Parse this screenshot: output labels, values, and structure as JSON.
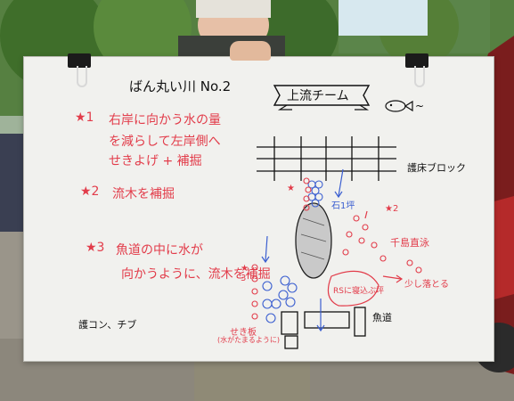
{
  "board": {
    "title": "ばん丸い川 No.2",
    "banner": "上流チーム",
    "fish_suffix": "~",
    "notes": [
      {
        "star": "★1",
        "line1": "右岸に向かう水の量",
        "line2": "を減らして左岸側へ",
        "line3": "せきよげ + 補掘"
      },
      {
        "star": "★2",
        "line1": "流木を補掘"
      },
      {
        "star": "★3",
        "line1": "魚道の中に水が",
        "line2": "向かうように、流木を補掘"
      }
    ],
    "footer_left": "護コン、チブ",
    "diagram_labels": {
      "bridge": "護床ブロック",
      "stone": "石1坪",
      "star2": "★2",
      "star1": "★",
      "star3": "★",
      "star3_num": "3",
      "fish_nest": "千島直泳",
      "big_stone": "RSに寝込ぶ坪",
      "drop": "少し落とる",
      "fishway": "魚道",
      "weir": "せき板",
      "weir_note": "(水がたまるように)"
    }
  },
  "colors": {
    "board": "#f1f1ee",
    "red_marker": "#e23c4a",
    "blue_marker": "#3b5fd0",
    "black_marker": "#111111"
  }
}
